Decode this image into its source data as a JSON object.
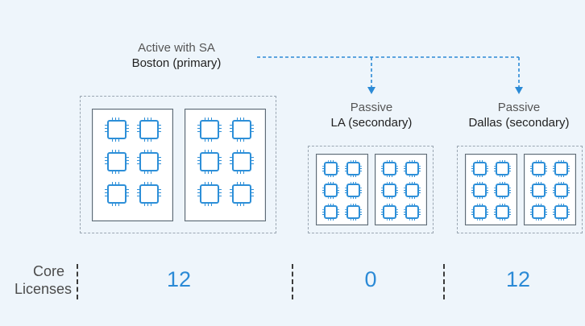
{
  "sites": {
    "boston": {
      "status": "Active with SA",
      "name": "Boston (primary)"
    },
    "la": {
      "status": "Passive",
      "name": "LA (secondary)"
    },
    "dallas": {
      "status": "Passive",
      "name": "Dallas (secondary)"
    }
  },
  "licenses": {
    "label_line1": "Core",
    "label_line2": "Licenses",
    "boston_value": "12",
    "la_value": "0",
    "dallas_value": "12"
  },
  "icons": {
    "chip": "processor-core-icon",
    "arrow": "dashed-arrow-icon"
  },
  "colors": {
    "background": "#eef5fb",
    "accent": "#2b8ad6",
    "server_border": "#5f6b75",
    "dashed_line": "#2b8ad6"
  }
}
